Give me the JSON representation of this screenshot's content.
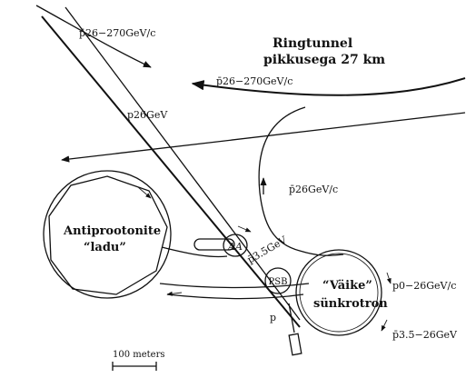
{
  "labels": {
    "ring_tunnel_title": "Ringtunnel",
    "ring_tunnel_subtitle": "pikkusega 27 km",
    "pbar_270_top": "p̄26−270GeV/c",
    "pbar_270_mid": "p̄26−270GeV/c",
    "p26": "p26GeV",
    "pbar_26_c": "p̄26GeV/c",
    "antiproton_store_line1": "Antiprootonite",
    "antiproton_store_line2": "“ladu”",
    "aa": "AA",
    "pbar_3_5": "p̄3.5GeV",
    "psb": "PSB",
    "small_sync_line1": "“Väike”",
    "small_sync_line2": "sünkrotron",
    "p_0_26": "p0−26GeV/c",
    "p_small": "p",
    "pbar_3_5_26": "p̄3.5−26GeV",
    "scale_bar": "100 meters"
  }
}
